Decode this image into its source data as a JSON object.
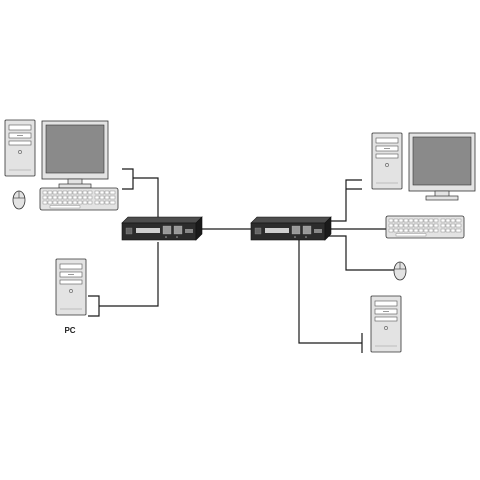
{
  "labels": {
    "pc": "PC"
  },
  "colors": {
    "background": "#ffffff",
    "device_case": "#e3e3e3",
    "monitor_screen": "#8a8a8a",
    "extender_body": "#2c2c2c",
    "cable": "#1a1a1a"
  },
  "devices": [
    {
      "role": "local-computer-tower",
      "icon": "computer-tower-icon"
    },
    {
      "role": "local-monitor",
      "icon": "monitor-icon"
    },
    {
      "role": "local-keyboard",
      "icon": "keyboard-icon"
    },
    {
      "role": "local-mouse",
      "icon": "mouse-icon"
    },
    {
      "role": "local-pc",
      "icon": "computer-tower-icon",
      "label": "PC"
    },
    {
      "role": "local-extender-unit",
      "icon": "kvm-extender-icon"
    },
    {
      "role": "remote-extender-unit",
      "icon": "kvm-extender-icon"
    },
    {
      "role": "remote-computer-tower",
      "icon": "computer-tower-icon"
    },
    {
      "role": "remote-monitor",
      "icon": "monitor-icon"
    },
    {
      "role": "remote-keyboard",
      "icon": "keyboard-icon"
    },
    {
      "role": "remote-mouse",
      "icon": "mouse-icon"
    },
    {
      "role": "remote-computer-tower-2",
      "icon": "computer-tower-icon"
    }
  ]
}
